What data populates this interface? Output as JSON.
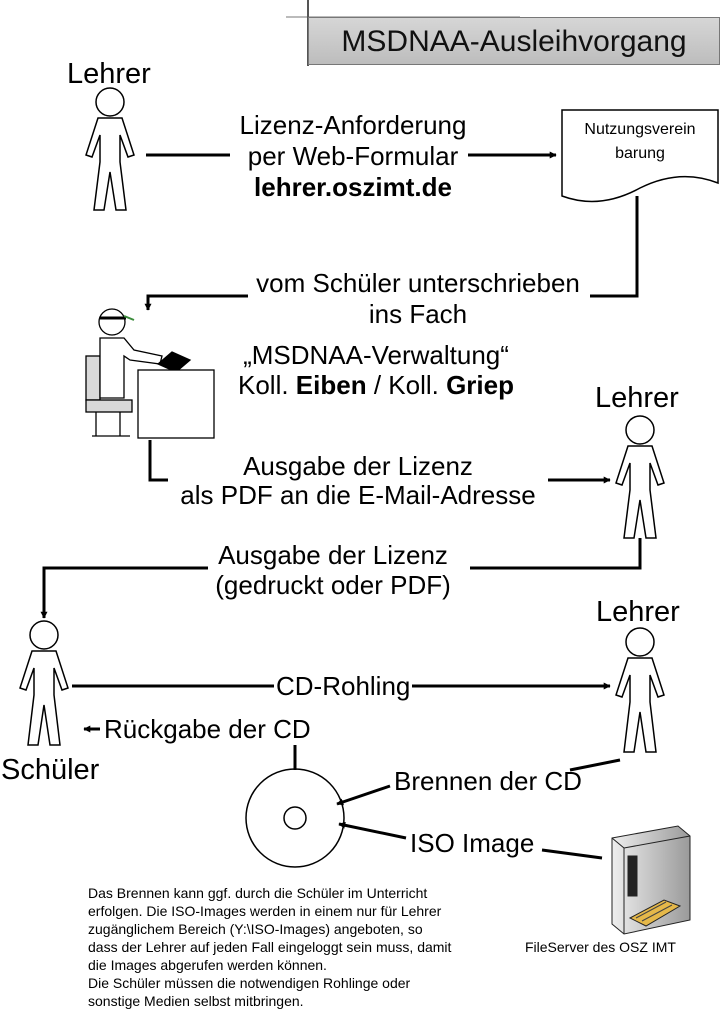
{
  "title": "MSDNAA-Ausleihvorgang",
  "actors": {
    "lehrer_top": "Lehrer",
    "lehrer_mid": "Lehrer",
    "lehrer_bottom": "Lehrer",
    "schueler": "Schüler"
  },
  "document": {
    "line1": "Nutzungsverein",
    "line2": "barung"
  },
  "steps": {
    "request": {
      "line1": "Lizenz-Anforderung",
      "line2": "per Web-Formular",
      "line3": "lehrer.oszimt.de"
    },
    "signed": {
      "line1": "vom Schüler unterschrieben",
      "line2": "ins Fach"
    },
    "admin": {
      "line1": "„MSDNAA-Verwaltung“",
      "koll_prefix_1": "Koll. ",
      "name_1": "Eiben",
      "separator": " / Koll. ",
      "name_2": "Griep"
    },
    "license_pdf": {
      "line1": "Ausgabe der Lizenz",
      "line2": "als PDF an die E-Mail-Adresse"
    },
    "license_print": {
      "line1": "Ausgabe der Lizenz",
      "line2": "(gedruckt oder PDF)"
    },
    "cd_blank": "CD-Rohling",
    "cd_return": "Rückgabe der CD",
    "burn": "Brennen der CD",
    "iso": "ISO Image"
  },
  "server": {
    "label": "FileServer des OSZ IMT"
  },
  "note": "Das Brennen kann ggf. durch die Schüler im Unterricht\nerfolgen. Die ISO-Images werden in einem nur für Lehrer\nzugänglichem Bereich (Y:\\ISO-Images) angeboten, so\ndass der Lehrer auf jeden Fall eingeloggt sein muss, damit\ndie Images abgerufen werden können.\nDie Schüler müssen die notwendigen Rohlinge oder\nsonstige Medien selbst mitbringen."
}
